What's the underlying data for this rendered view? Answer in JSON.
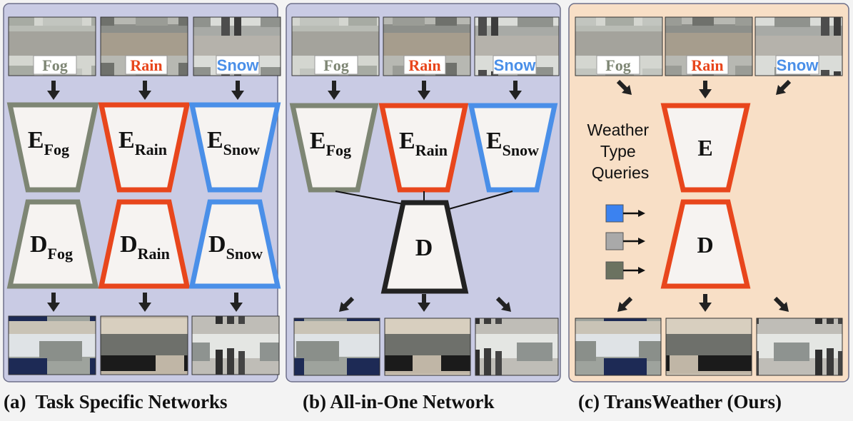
{
  "panels": {
    "a": {
      "caption": "(a)  Task Specific Networks",
      "inputs": [
        "Fog",
        "Rain",
        "Snow"
      ],
      "encoders": [
        {
          "main": "E",
          "sub": "Fog"
        },
        {
          "main": "E",
          "sub": "Rain"
        },
        {
          "main": "E",
          "sub": "Snow"
        }
      ],
      "decoders": [
        {
          "main": "D",
          "sub": "Fog"
        },
        {
          "main": "D",
          "sub": "Rain"
        },
        {
          "main": "D",
          "sub": "Snow"
        }
      ]
    },
    "b": {
      "caption": "(b) All-in-One Network",
      "inputs": [
        "Fog",
        "Rain",
        "Snow"
      ],
      "encoders": [
        {
          "main": "E",
          "sub": "Fog"
        },
        {
          "main": "E",
          "sub": "Rain"
        },
        {
          "main": "E",
          "sub": "Snow"
        }
      ],
      "decoder": "D"
    },
    "c": {
      "caption": "(c) TransWeather (Ours)",
      "inputs": [
        "Fog",
        "Rain",
        "Snow"
      ],
      "encoder": "E",
      "decoder": "D",
      "queries_label": [
        "Weather",
        "Type",
        "Queries"
      ]
    }
  },
  "colors": {
    "panel_ab_bg": "#c9cbe4",
    "panel_c_bg": "#f8dfc6",
    "fog": "#7e8674",
    "rain": "#e8461c",
    "snow": "#4a8fe8",
    "shared": "#222222",
    "query_blue": "#3b82f0",
    "query_gray": "#a9a9a9",
    "query_olive": "#6b7260"
  },
  "icons": [
    "down-arrow-icon",
    "diagonal-arrow-icon",
    "query-square-icon"
  ]
}
